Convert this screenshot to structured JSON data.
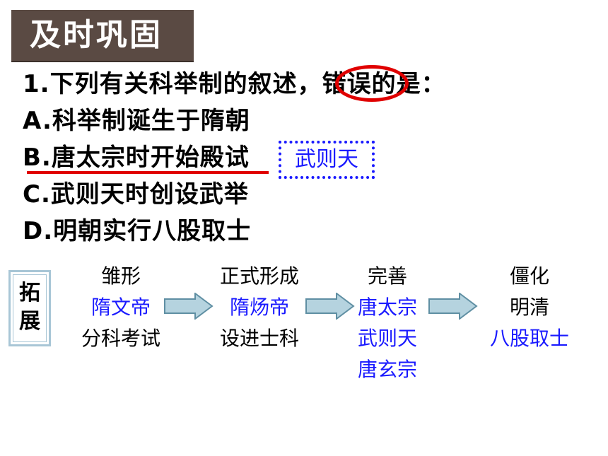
{
  "title": "及时巩固",
  "question": {
    "stem": "1.下列有关科举制的叙述，错误的是：",
    "options": [
      "A.科举制诞生于隋朝",
      "B.唐太宗时开始殿试",
      "C.武则天时创设武举",
      "D.明朝实行八股取士"
    ],
    "correction": "武则天"
  },
  "extension": {
    "label": "拓展",
    "stages": [
      {
        "heading": "雏形",
        "lines": [
          "隋文帝",
          "分科考试"
        ]
      },
      {
        "heading": "正式形成",
        "lines": [
          "隋炀帝",
          "设进士科"
        ]
      },
      {
        "heading": "完善",
        "lines": [
          "唐太宗",
          "武则天",
          "唐玄宗"
        ]
      },
      {
        "heading": "僵化",
        "lines": [
          "明清",
          "八股取士"
        ]
      }
    ]
  },
  "colors": {
    "title_bg": "#5a4a43",
    "highlight_red": "#e00000",
    "correction_blue": "#1a1aff",
    "arrow_fill": "#b5d3df",
    "arrow_stroke": "#5f8fa3"
  }
}
